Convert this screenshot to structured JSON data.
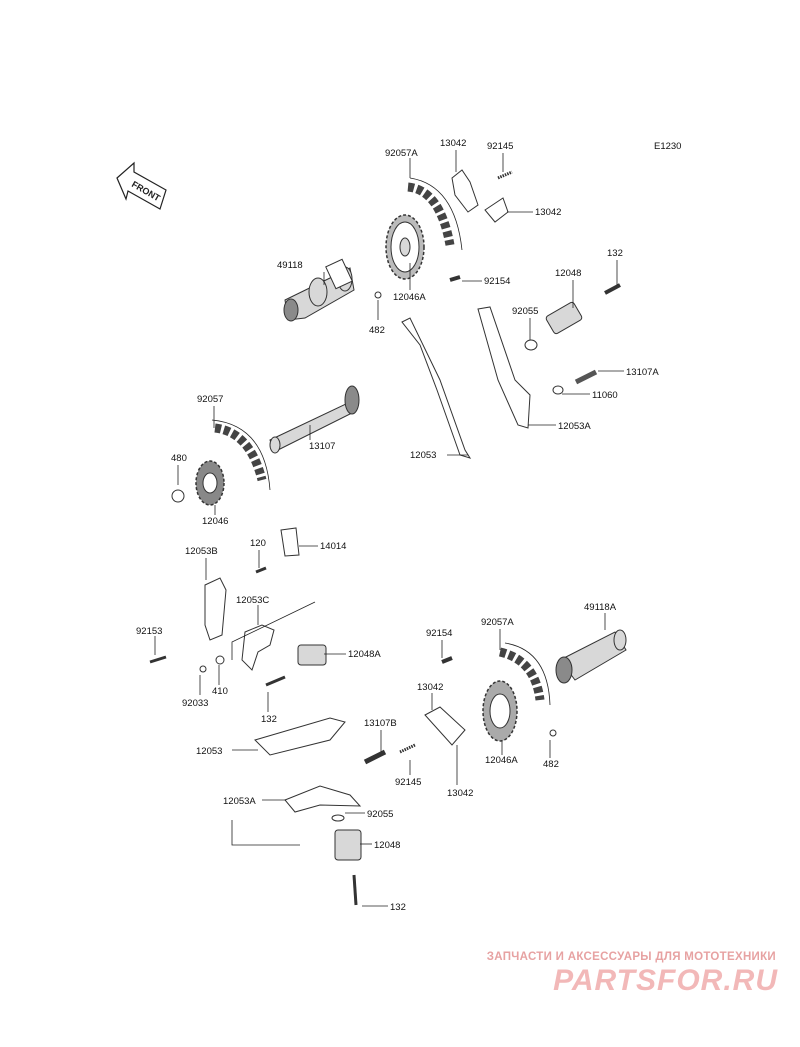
{
  "diagram": {
    "code": "E1230",
    "front_label": "FRONT",
    "parts": {
      "p92057A_a": "92057A",
      "p13042_a": "13042",
      "p92145_a": "92145",
      "p13042_b": "13042",
      "p49118": "49118",
      "p92154_a": "92154",
      "p12046A_a": "12046A",
      "p482_a": "482",
      "p132_a": "132",
      "p12048_a": "12048",
      "p92055_a": "92055",
      "p13107A": "13107A",
      "p11060": "11060",
      "p12053A_a": "12053A",
      "p92057": "92057",
      "p13107": "13107",
      "p12053_a": "12053",
      "p480": "480",
      "p12046": "12046",
      "p120": "120",
      "p14014": "14014",
      "p12053B": "12053B",
      "p12053C": "12053C",
      "p92153": "92153",
      "p12048A": "12048A",
      "p92033": "92033",
      "p410": "410",
      "p132_b": "132",
      "p92154_b": "92154",
      "p92057A_b": "92057A",
      "p49118A": "49118A",
      "p13042_c": "13042",
      "p13107B": "13107B",
      "p12053_b": "12053",
      "p92145_b": "92145",
      "p13042_d": "13042",
      "p12046A_b": "12046A",
      "p482_b": "482",
      "p12053A_b": "12053A",
      "p92055_b": "92055",
      "p12048_b": "12048",
      "p132_c": "132"
    }
  },
  "watermark": {
    "tagline": "ЗАПЧАСТИ И АКСЕССУАРЫ ДЛЯ МОТОТЕХНИКИ",
    "logo": "PARTSFOR.RU"
  },
  "colors": {
    "line": "#222222",
    "watermark": "#f2b8b8"
  }
}
